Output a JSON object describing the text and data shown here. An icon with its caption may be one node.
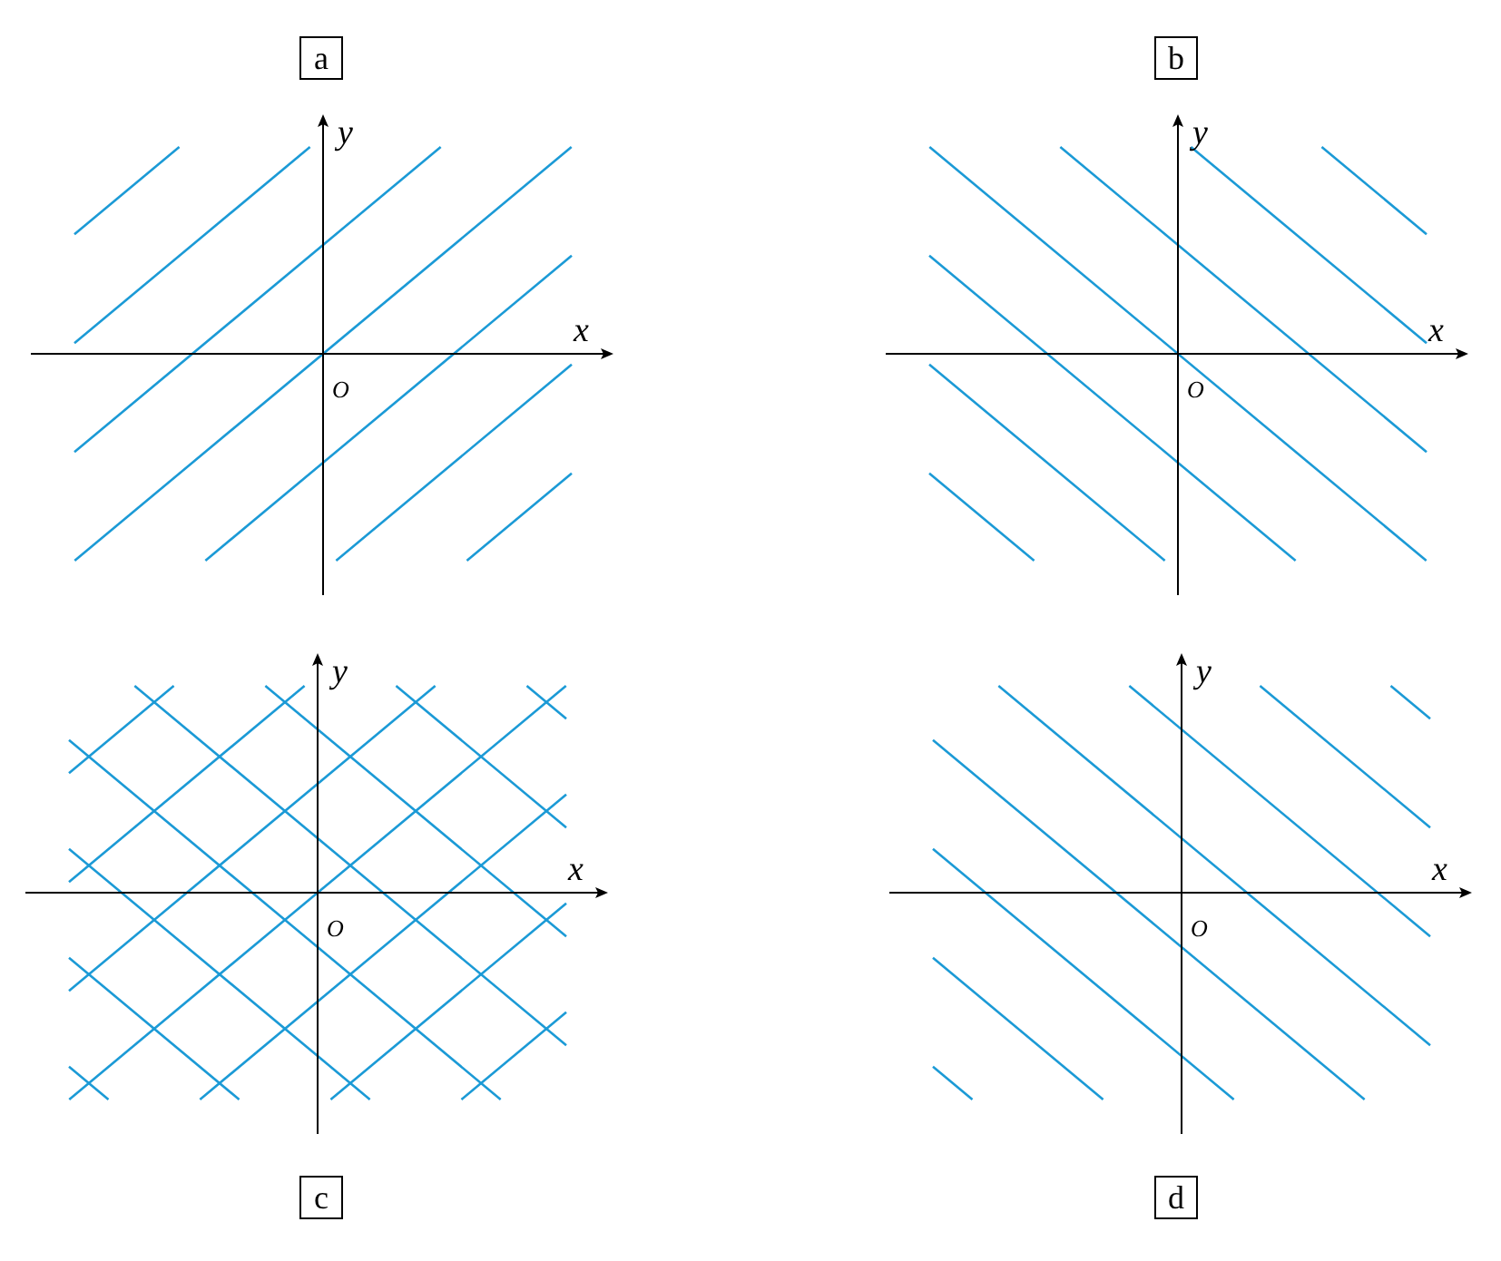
{
  "diagram": {
    "nodes": [
      {
        "text": [
          "a"
        ]
      },
      {
        "text": [
          "b"
        ]
      },
      {
        "text": [
          "c"
        ]
      },
      {
        "text": [
          "d"
        ]
      }
    ],
    "labels": [
      "y",
      "x",
      "O",
      "y",
      "x",
      "O",
      "y",
      "x",
      "O",
      "y",
      "x",
      "O"
    ]
  }
}
